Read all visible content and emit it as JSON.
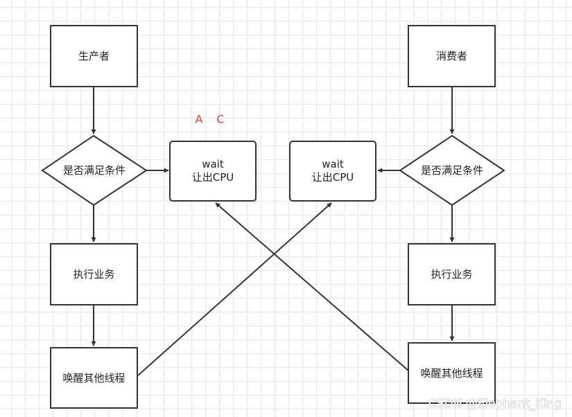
{
  "nodes": {
    "producer": "生产者",
    "consumer": "消费者",
    "left_condition": "是否满足条件",
    "right_condition": "是否满足条件",
    "left_wait_line1": "wait",
    "left_wait_line2": "让出CPU",
    "right_wait_line1": "wait",
    "right_wait_line2": "让出CPU",
    "left_execute": "执行业务",
    "right_execute": "执行业务",
    "left_wakeup": "唤醒其他线程",
    "right_wakeup": "唤醒其他线程"
  },
  "annotation": {
    "label_a": "A",
    "label_c": "C",
    "color": "#e53935"
  },
  "watermark": "CSDN @Elephant_King",
  "colors": {
    "stroke": "#333333",
    "grid": "#e6e6e6",
    "background": "#ffffff"
  }
}
